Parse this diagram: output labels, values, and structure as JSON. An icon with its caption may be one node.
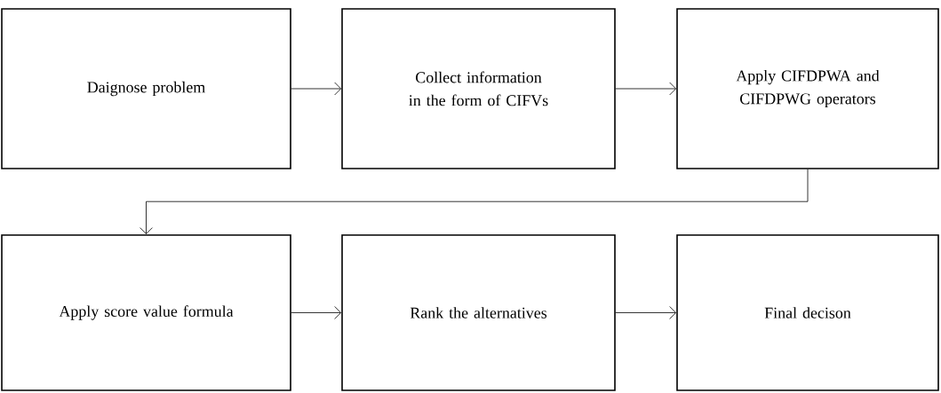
{
  "diagram": {
    "nodes": [
      {
        "text": [
          "Daignose problem"
        ]
      },
      {
        "text": [
          "Collect information in the form of CIFVs"
        ]
      },
      {
        "text": [
          "Apply CIFDPWA and CIFDPWG operators"
        ]
      },
      {
        "text": [
          "Apply score value formula"
        ]
      },
      {
        "text": [
          "Rank the alternatives"
        ]
      },
      {
        "text": [
          "Final decison"
        ]
      }
    ],
    "edges": [
      {
        "from": 0,
        "to": 1,
        "arrow": "to"
      },
      {
        "from": 1,
        "to": 2,
        "arrow": "to"
      },
      {
        "from": 2,
        "to": 3,
        "arrow": "to"
      },
      {
        "from": 3,
        "to": 4,
        "arrow": "to"
      },
      {
        "from": 4,
        "to": 5,
        "arrow": "to"
      }
    ]
  }
}
